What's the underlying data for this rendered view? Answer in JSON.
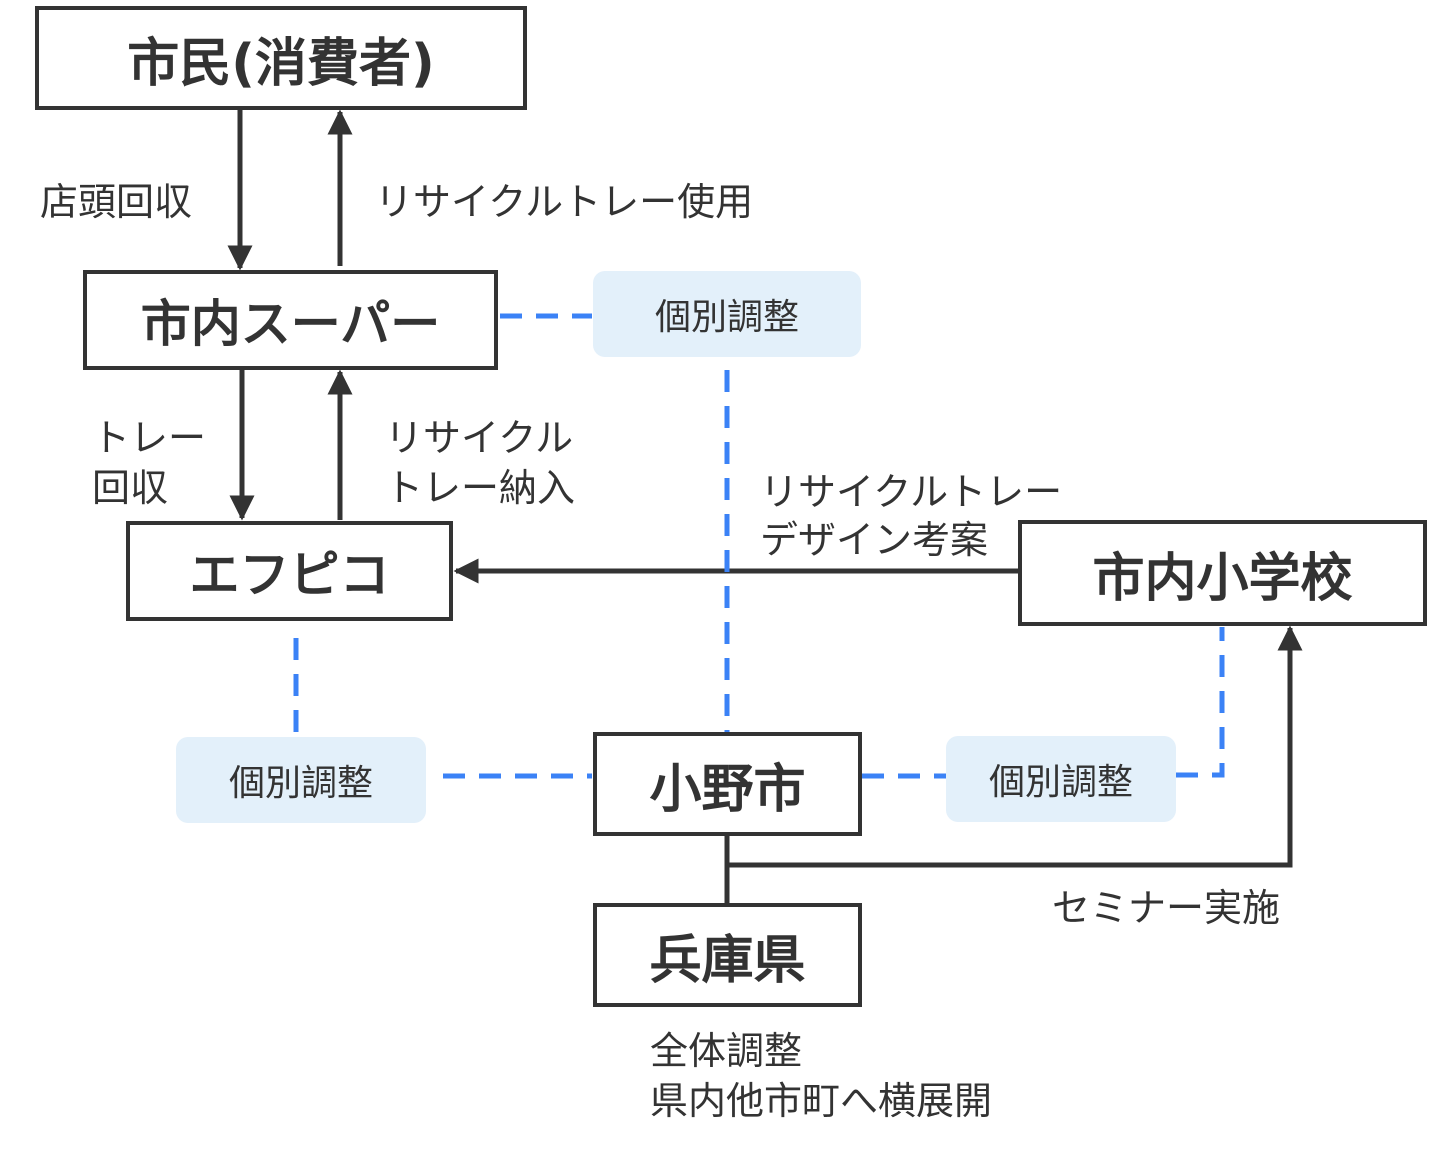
{
  "nodes": {
    "citizens": "市民(消費者)",
    "supermarket": "市内スーパー",
    "efpico": "エフピコ",
    "school": "市内小学校",
    "ono_city": "小野市",
    "hyogo": "兵庫県"
  },
  "coordination_tags": {
    "top": "個別調整",
    "left": "個別調整",
    "right": "個別調整"
  },
  "edge_labels": {
    "store_collection": "店頭回収",
    "recycle_tray_use": "リサイクルトレー使用",
    "tray_collection_line1": "トレー",
    "tray_collection_line2": "回収",
    "recycle_delivery_line1": "リサイクル",
    "recycle_delivery_line2": "トレー納入",
    "design_line1": "リサイクルトレー",
    "design_line2": "デザイン考案",
    "seminar": "セミナー実施",
    "hyogo_note_line1": "全体調整",
    "hyogo_note_line2": "県内他市町へ横展開"
  },
  "colors": {
    "solid_line": "#333333",
    "dashed_line": "#3b82f6",
    "tag_fill": "#e3f0fa"
  }
}
